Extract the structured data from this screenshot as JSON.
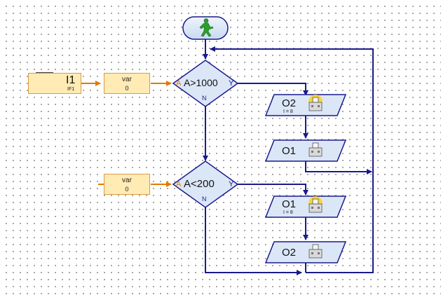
{
  "start": {
    "icon": "green-walking-figure-icon"
  },
  "input": {
    "label": "I1",
    "sublabel": "IF1",
    "icon": "interface-box-icon"
  },
  "var_blocks": [
    {
      "label": "var",
      "value": "0"
    },
    {
      "label": "var",
      "value": "0"
    }
  ],
  "branches": [
    {
      "port_a": "A",
      "condition": "A>1000",
      "yes": "Y",
      "no": "N"
    },
    {
      "port_a": "A",
      "condition": "A<200",
      "yes": "Y",
      "no": "N"
    }
  ],
  "outputs": [
    {
      "label": "O2",
      "detail": "I = 8",
      "icon": "lamp-on-icon"
    },
    {
      "label": "O1",
      "detail": "",
      "icon": "lamp-off-icon"
    },
    {
      "label": "O1",
      "detail": "I = 8",
      "icon": "lamp-on-icon"
    },
    {
      "label": "O2",
      "detail": "",
      "icon": "lamp-off-icon"
    }
  ],
  "colors": {
    "flow_line": "#1a1a8c",
    "data_line": "#e07a00",
    "node_fill": "#dbe7f7",
    "var_fill": "#ffebb3"
  }
}
